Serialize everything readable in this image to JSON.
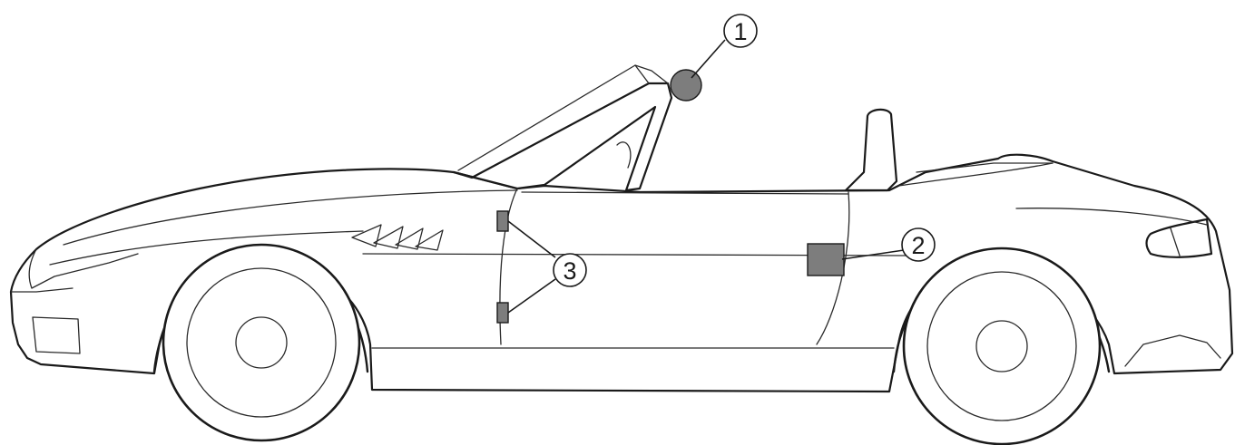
{
  "callouts": [
    {
      "id": "1",
      "label": "1"
    },
    {
      "id": "2",
      "label": "2"
    },
    {
      "id": "3",
      "label": "3"
    }
  ],
  "colors": {
    "line": "#1a1a1a",
    "component_fill": "#7d7d7d",
    "background": "#ffffff"
  }
}
